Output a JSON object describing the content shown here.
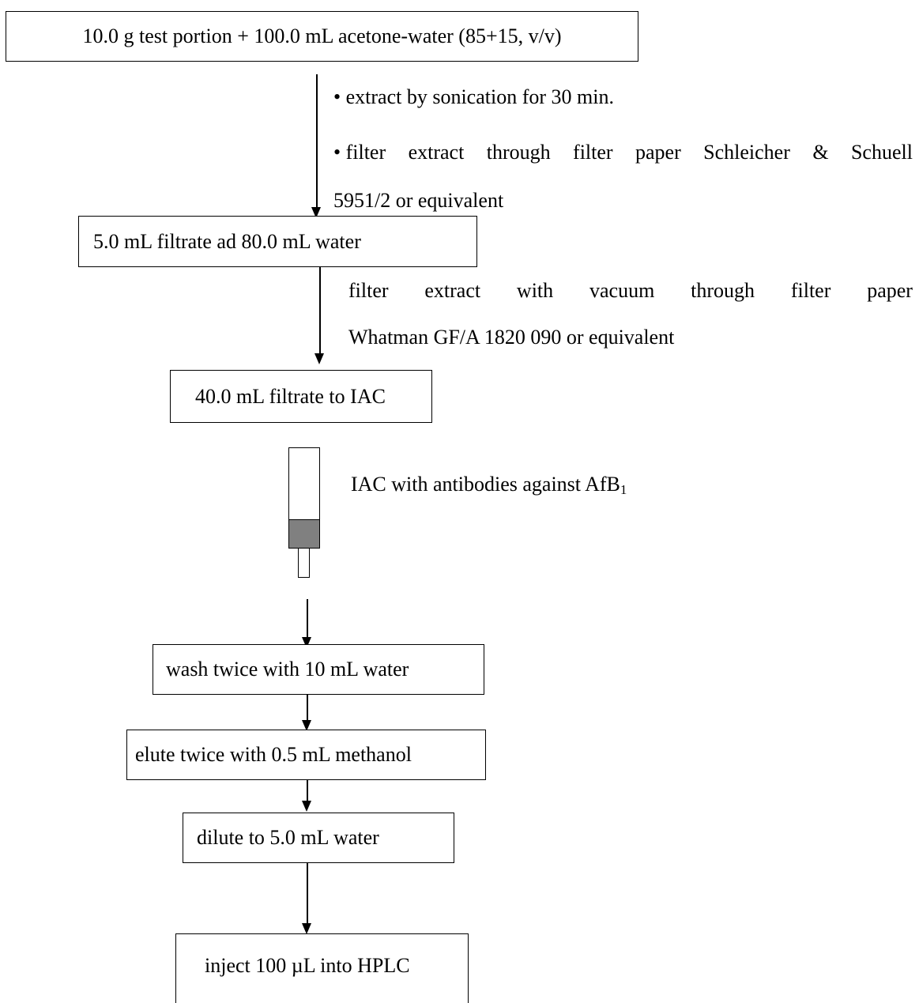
{
  "steps": {
    "start": "10.0 g test portion + 100.0 mL acetone-water (85+15, v/v)",
    "dilution": "5.0 mL filtrate ad 80.0 mL water",
    "load": "40.0 mL filtrate to IAC",
    "wash": "wash  twice with 10 mL water",
    "elute": "elute twice with 0.5 mL methanol",
    "dilute": "dilute  to 5.0 mL water",
    "inject": "inject 100 µL into HPLC"
  },
  "notes": {
    "extract": "• extract by sonication for 30 min.",
    "filter1_line1": [
      "• filter",
      "extract",
      "through",
      "filter",
      "paper",
      "Schleicher",
      "&",
      "Schuell"
    ],
    "filter1_line2": "5951/2 or equivalent",
    "filter2_line1": [
      "filter",
      "extract",
      "with",
      "vacuum",
      "through",
      "filter",
      "paper"
    ],
    "filter2_line2": "Whatman GF/A 1820 090 or equivalent",
    "iac_label": "IAC with antibodies against AfB",
    "iac_subscript": "1"
  }
}
